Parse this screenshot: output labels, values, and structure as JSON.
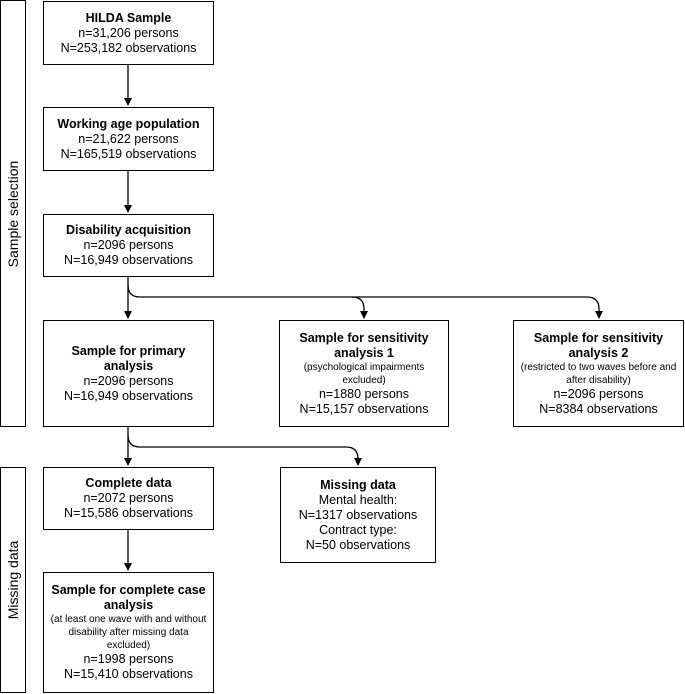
{
  "side_labels": {
    "sample_selection": "Sample selection",
    "missing_data": "Missing data"
  },
  "boxes": {
    "hilda": {
      "title": "HILDA Sample",
      "lines": [
        "n=31,206 persons",
        "N=253,182 observations"
      ]
    },
    "working_age": {
      "title": "Working age population",
      "lines": [
        "n=21,622 persons",
        "N=165,519 observations"
      ]
    },
    "disability": {
      "title": "Disability acquisition",
      "lines": [
        "n=2096 persons",
        "N=16,949 observations"
      ]
    },
    "primary": {
      "title_lines": [
        "Sample for primary",
        "analysis"
      ],
      "lines": [
        "n=2096 persons",
        "N=16,949 observations"
      ]
    },
    "sens1": {
      "title_lines": [
        "Sample for sensitivity",
        "analysis 1"
      ],
      "note_lines": [
        "(psychological impairments",
        "excluded)"
      ],
      "lines": [
        "n=1880 persons",
        "N=15,157 observations"
      ]
    },
    "sens2": {
      "title_lines": [
        "Sample for sensitivity",
        "analysis 2"
      ],
      "note_lines": [
        "(restricted to two waves before and",
        "after disability)"
      ],
      "lines": [
        "n=2096 persons",
        "N=8384 observations"
      ]
    },
    "complete": {
      "title": "Complete data",
      "lines": [
        "n=2072 persons",
        "N=15,586 observations"
      ]
    },
    "missing": {
      "title": "Missing data",
      "lines": [
        "Mental health:",
        "N=1317 observations",
        "Contract type:",
        "N=50 observations"
      ]
    },
    "complete_case": {
      "title_lines": [
        "Sample for complete case",
        "analysis"
      ],
      "note_lines": [
        "(at least one wave with and without",
        "disability after missing data",
        "excluded)"
      ],
      "lines": [
        "n=1998 persons",
        "N=15,410 observations"
      ]
    }
  }
}
